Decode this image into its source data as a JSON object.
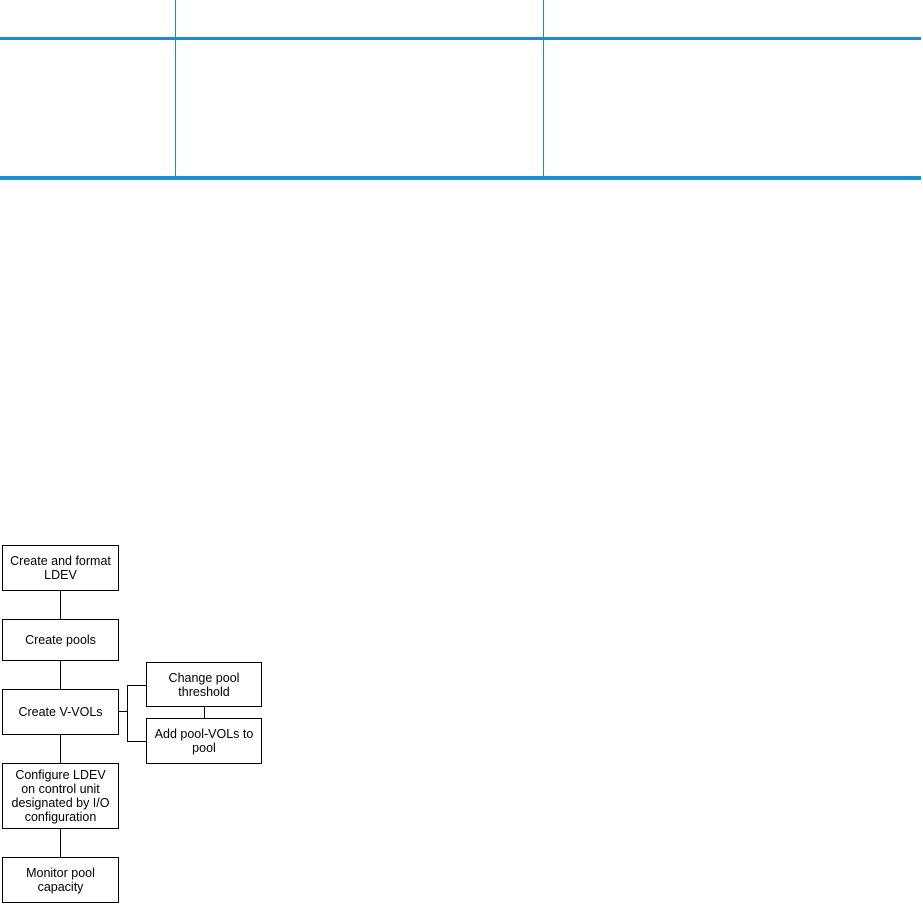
{
  "table": {
    "headers": [
      "",
      "",
      ""
    ],
    "rows": [
      [
        "",
        "",
        ""
      ]
    ]
  },
  "flow": {
    "create_ldev": "Create and format\nLDEV",
    "create_pools": "Create pools",
    "create_vvols": "Create V-VOLs",
    "configure_ldev": "Configure LDEV\non control unit\ndesignated by I/O\nconfiguration",
    "monitor_capacity": "Monitor pool\ncapacity",
    "change_threshold": "Change pool\nthreshold",
    "add_pool_vols": "Add pool-VOLs to\npool"
  },
  "colors": {
    "table_rule": "#1a8fd0",
    "box_border": "#000000"
  }
}
